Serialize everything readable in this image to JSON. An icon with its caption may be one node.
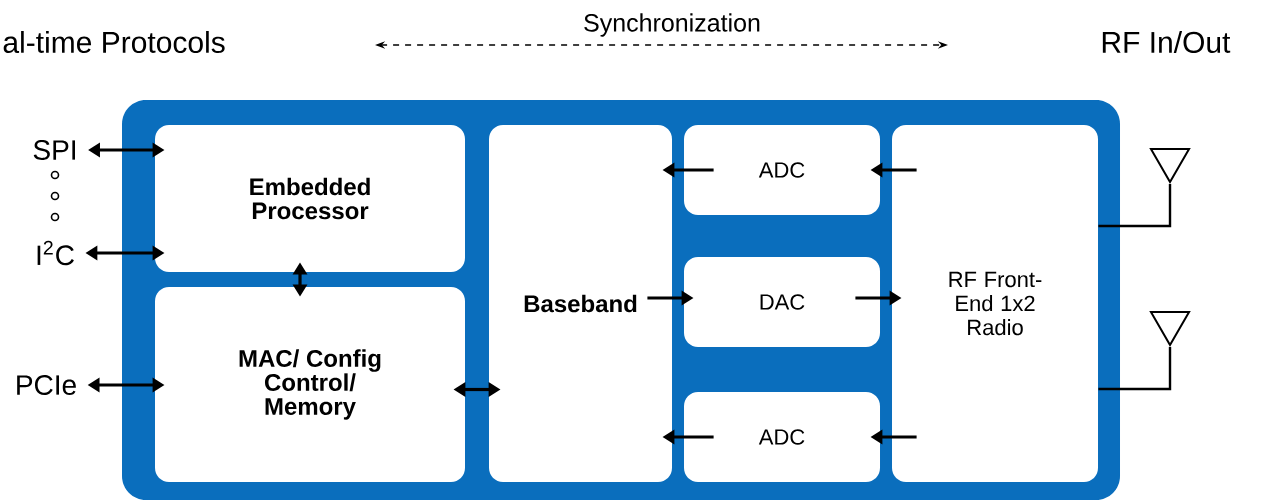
{
  "diagram": {
    "nodes": [
      {
        "text": [],
        "shape": "box"
      },
      {
        "text": [
          "Embedded Processor"
        ],
        "in": 0
      },
      {
        "text": [
          "MAC/ Config Control/ Memory"
        ],
        "in": 0
      },
      {
        "text": [
          "Baseband"
        ],
        "in": 0
      },
      {
        "text": [
          "ADC"
        ],
        "in": 0
      },
      {
        "text": [
          "DAC"
        ],
        "in": 0
      },
      {
        "text": [
          "ADC"
        ],
        "in": 0
      },
      {
        "text": [
          "RF Front-End 1x2 Radio"
        ],
        "in": 0
      },
      {
        "text": [
          "SPI"
        ]
      },
      {
        "text": [
          "I$^{2}$C"
        ]
      },
      {
        "text": [
          "PCIe"
        ]
      },
      {
        "text": [],
        "shape": "picture"
      },
      {
        "text": [],
        "shape": "picture"
      }
    ],
    "edges": [
      {
        "from": 8,
        "to": 1,
        "arrow": "both"
      },
      {
        "from": 9,
        "to": 1,
        "arrow": "both"
      },
      {
        "from": 1,
        "to": 2,
        "arrow": "both"
      },
      {
        "from": 10,
        "to": 2,
        "arrow": "both"
      },
      {
        "from": 2,
        "to": 3,
        "arrow": "both"
      },
      {
        "from": 4,
        "to": 3,
        "arrow": "to"
      },
      {
        "from": 7,
        "to": 4,
        "arrow": "to"
      },
      {
        "from": 3,
        "to": 5,
        "arrow": "to"
      },
      {
        "from": 5,
        "to": 7,
        "arrow": "to"
      },
      {
        "from": 6,
        "to": 3,
        "arrow": "to"
      },
      {
        "from": 7,
        "to": 6,
        "arrow": "to"
      },
      {
        "from": 7,
        "to": 11,
        "arrow": "none"
      },
      {
        "from": 7,
        "to": 12,
        "arrow": "none"
      }
    ],
    "labels": [
      "al-time Protocols",
      "Synchronization",
      "RF In/Out"
    ]
  }
}
